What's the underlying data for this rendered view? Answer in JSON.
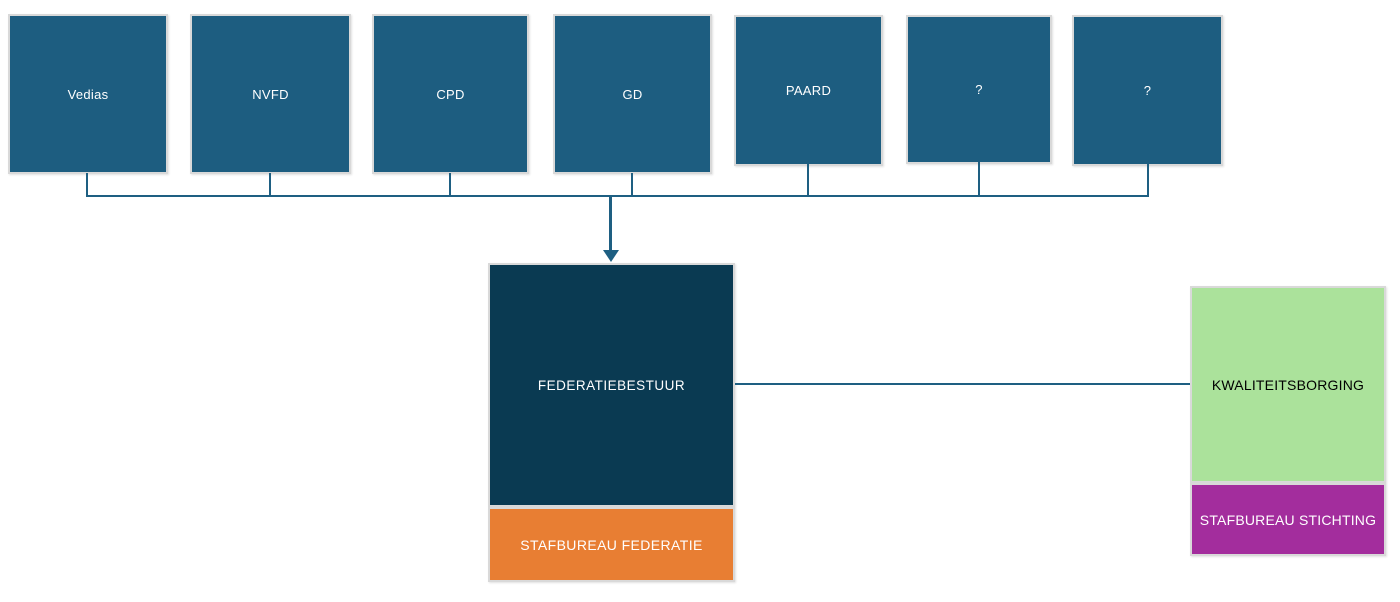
{
  "diagram": {
    "top_row": [
      {
        "label": "Vedias"
      },
      {
        "label": "NVFD"
      },
      {
        "label": "CPD"
      },
      {
        "label": "GD"
      },
      {
        "label": "PAARD"
      },
      {
        "label": "?"
      },
      {
        "label": "?"
      }
    ],
    "federation": {
      "board_label": "FEDERATIEBESTUUR",
      "staff_label": "STAFBUREAU FEDERATIE"
    },
    "stichting": {
      "quality_label": "KWALITEITSBORGING",
      "staff_label": "STAFBUREAU STICHTING"
    },
    "colors": {
      "member_box": "#1d5d80",
      "board_box": "#0a3a52",
      "staff_federatie_box": "#e87e33",
      "quality_box": "#abe29b",
      "staff_stichting_box": "#a32d9d",
      "connector": "#1e5f82",
      "box_border": "#d9d9d9",
      "light_text": "#ffffff",
      "dark_text": "#000000"
    }
  }
}
